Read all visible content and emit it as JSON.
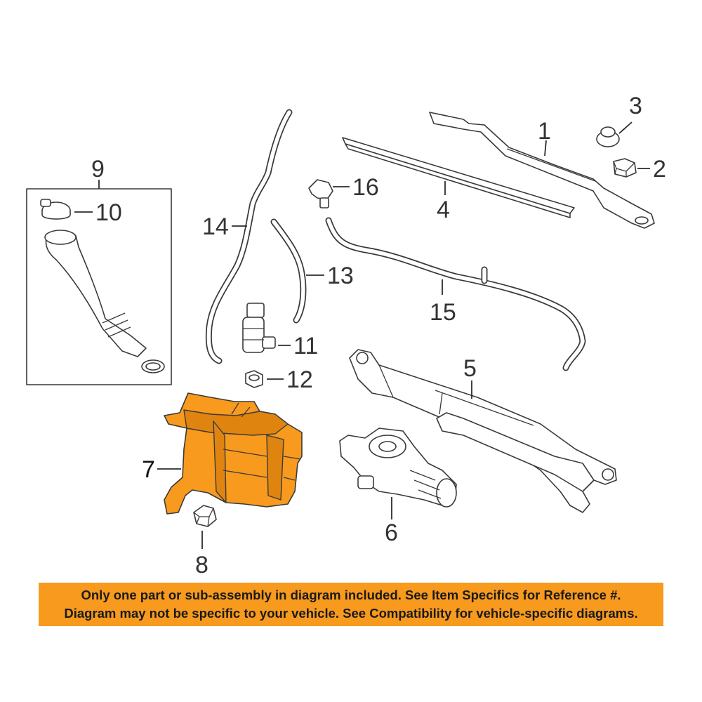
{
  "callouts": {
    "c1": "1",
    "c2": "2",
    "c3": "3",
    "c4": "4",
    "c5": "5",
    "c6": "6",
    "c7": "7",
    "c8": "8",
    "c9": "9",
    "c10": "10",
    "c11": "11",
    "c12": "12",
    "c13": "13",
    "c14": "14",
    "c15": "15",
    "c16": "16"
  },
  "notice": {
    "line1": "Only one part or sub-assembly in diagram included. See Item Specifics for Reference #.",
    "line2": "Diagram may not be specific to your vehicle. See Compatibility for vehicle-specific diagrams."
  },
  "colors": {
    "highlight": "#f79a1e",
    "line": "#3a3a3a",
    "background": "#ffffff"
  }
}
